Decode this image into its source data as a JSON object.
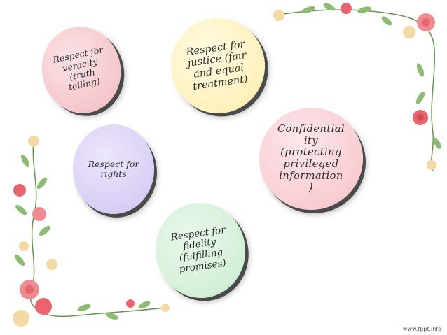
{
  "slide": {
    "concepts": [
      {
        "id": "veracity",
        "label": "Respect for veracity (truth telling)",
        "color": "#f5c7cb"
      },
      {
        "id": "justice",
        "label": "Respect for justice (fair and equal treatment)",
        "color": "#fdf1bc"
      },
      {
        "id": "rights",
        "label": "Respect for rights",
        "color": "#d9cff5"
      },
      {
        "id": "confidentiality",
        "label": "Confidentiality (protecting privileged information)",
        "color": "#f8cdd2"
      },
      {
        "id": "fidelity",
        "label": "Respect for fidelity (fulfilling promises)",
        "color": "#d3f0d7"
      }
    ],
    "veracity_lines": [
      "Respect for",
      "veracity",
      "(truth",
      "telling)"
    ],
    "justice_lines": [
      "Respect for",
      "justice (fair",
      "and equal",
      "treatment)"
    ],
    "rights_lines": [
      "Respect for",
      "rights"
    ],
    "confidentiality_lines": [
      "Confidential",
      "ity",
      "(protecting",
      "privileged",
      "information",
      ")"
    ],
    "fidelity_lines": [
      "Respect for",
      "fidelity",
      "(fulfilling",
      "promises)"
    ],
    "watermark": "www.fppt.info"
  },
  "theme": {
    "accent_rose": "#e8646e",
    "leaf_green": "#7fae6a",
    "stem": "#6c8f55"
  }
}
